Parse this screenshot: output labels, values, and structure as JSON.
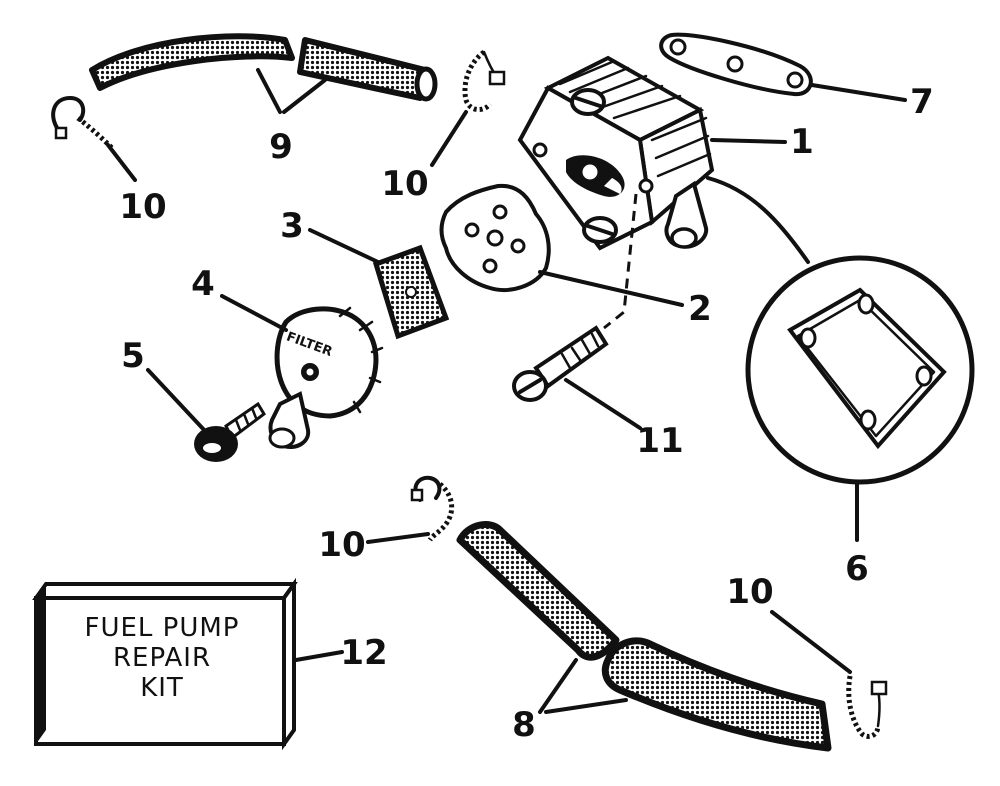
{
  "diagram": {
    "callouts": {
      "pump_body": "1",
      "gasket_2": "2",
      "filter_screen": "3",
      "filter_cover": "4",
      "cover_screw": "5",
      "gasket_detail": "6",
      "mounting_gasket": "7",
      "lower_hoses": "8",
      "upper_hoses": "9",
      "clamp_upper_left": "10",
      "clamp_upper_mid": "10",
      "clamp_lower_left": "10",
      "clamp_lower_right": "10",
      "mounting_screw": "11",
      "repair_kit": "12"
    },
    "filter_cover_stamp": "FILTER",
    "repair_kit": {
      "line1": "FUEL PUMP",
      "line2": "REPAIR",
      "line3": "KIT"
    },
    "colors": {
      "ink": "#111111",
      "paper": "#ffffff",
      "hose_fill": "#8a8a8a"
    }
  }
}
